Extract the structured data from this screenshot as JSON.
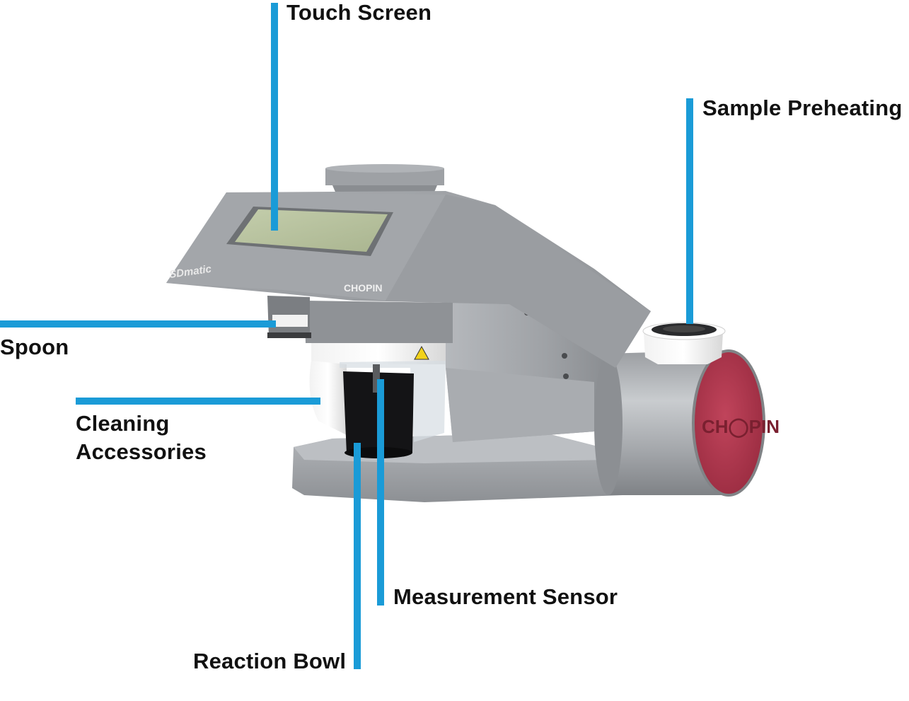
{
  "labels": {
    "touch_screen": "Touch Screen",
    "sample_preheating": "Sample Preheating",
    "spoon": "Spoon",
    "cleaning_line1": "Cleaning",
    "cleaning_line2": "Accessories",
    "measurement_sensor": "Measurement Sensor",
    "reaction_bowl": "Reaction Bowl"
  },
  "device": {
    "model_name": "SDmatic",
    "brand": "CHOPIN"
  },
  "colors": {
    "leader_line": "#1a9bd7",
    "body_silver": "#a4a7ab",
    "end_cap": "#b8384f",
    "lcd": "#b9c4a0"
  }
}
